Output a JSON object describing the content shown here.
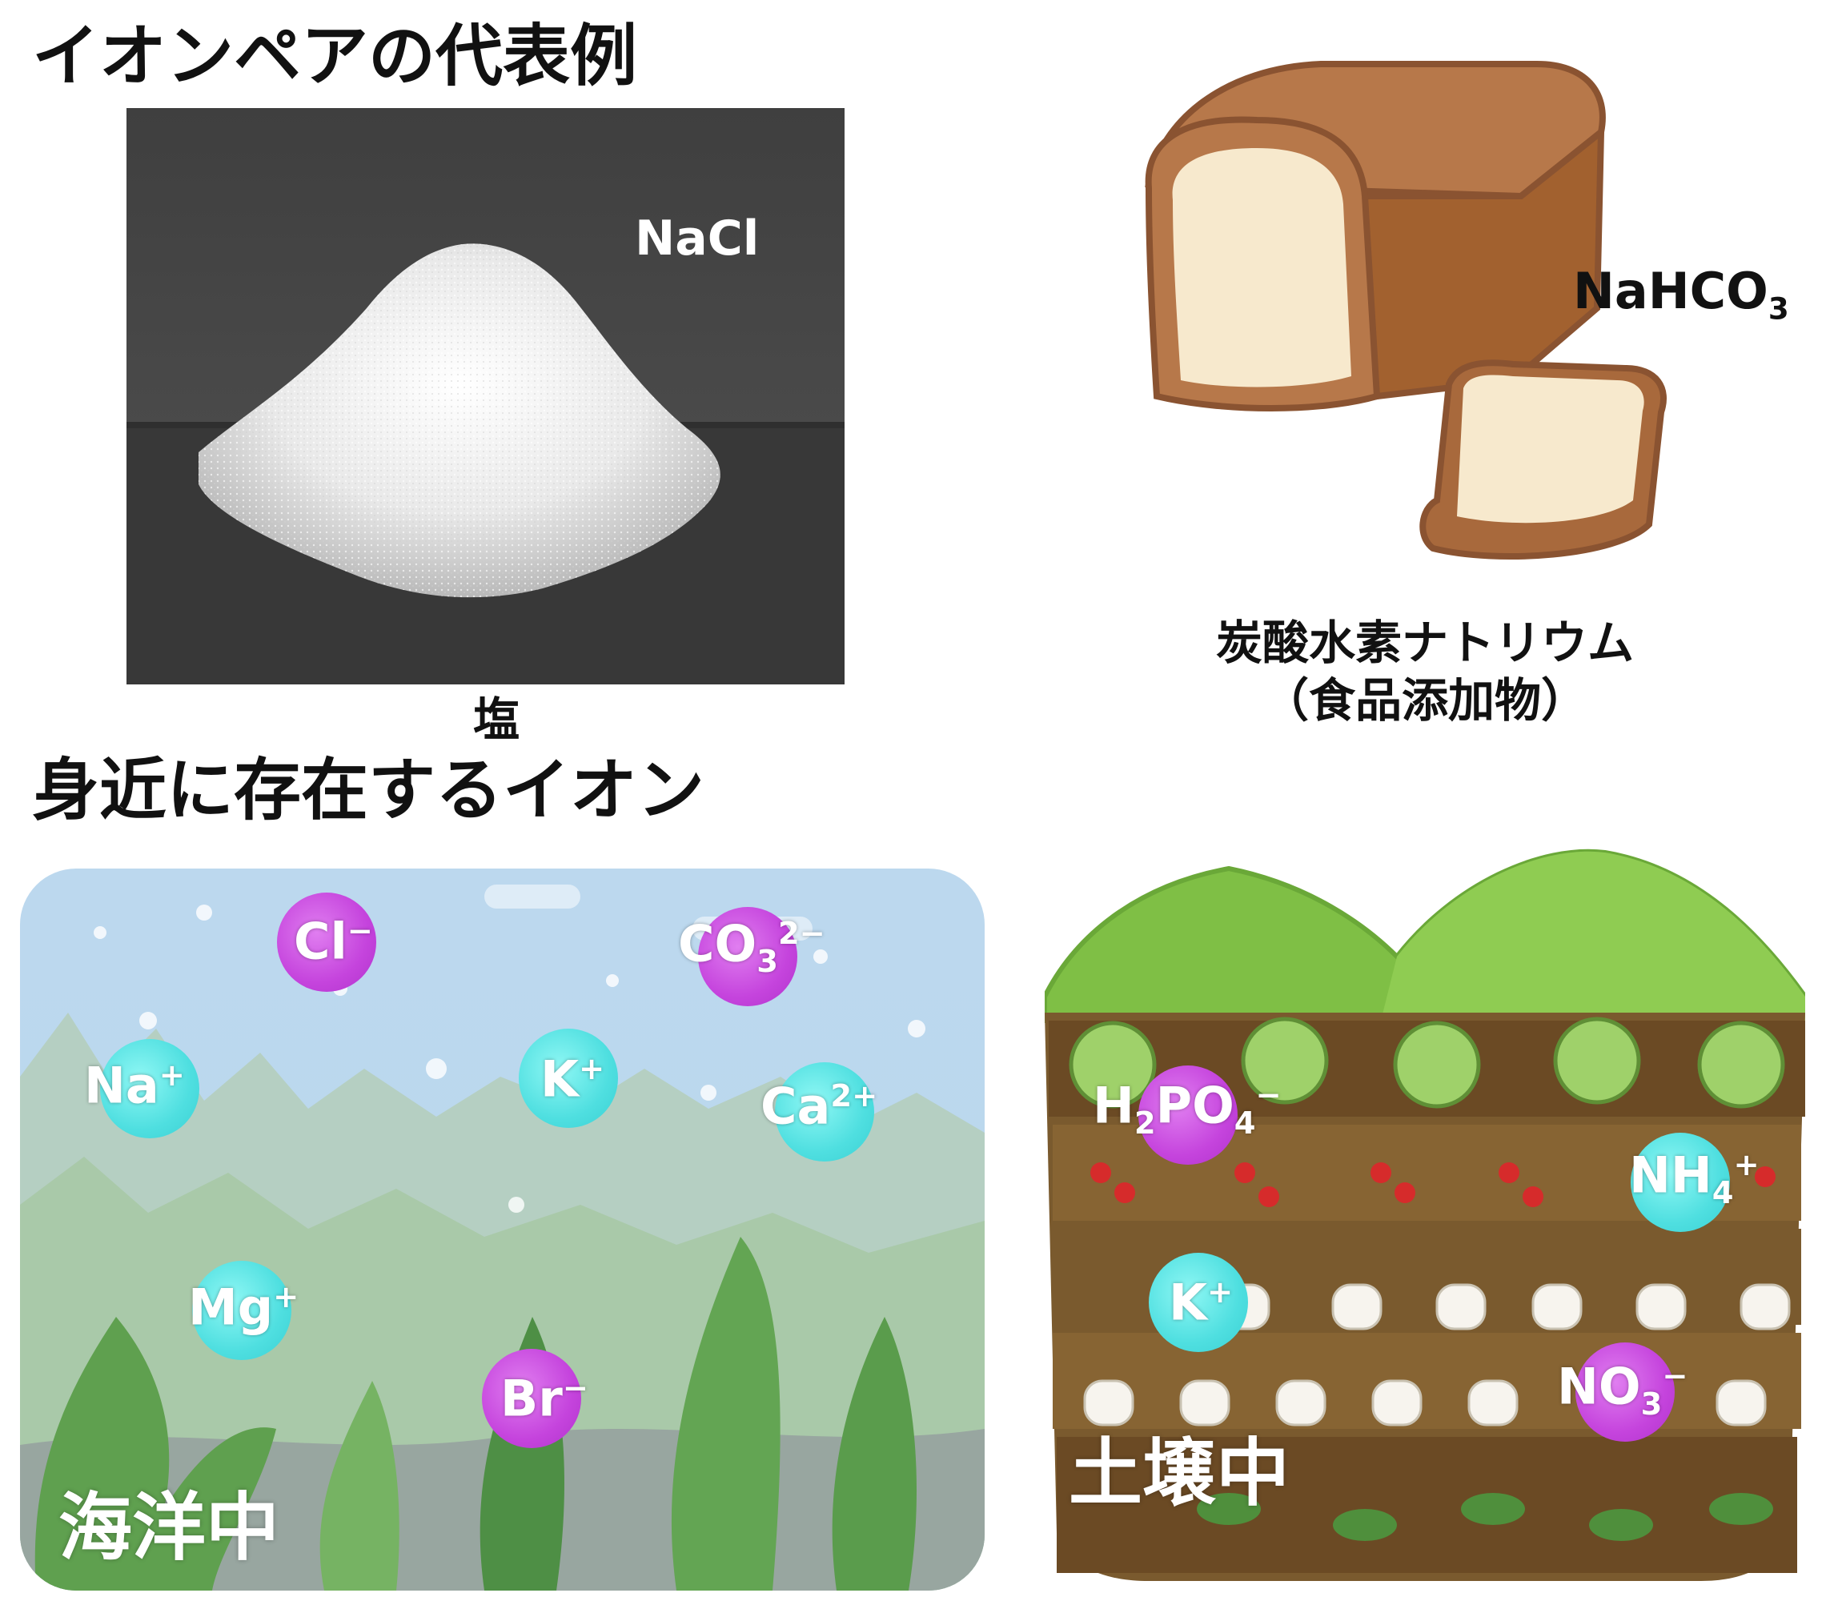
{
  "section1": {
    "title": "イオンペアの代表例"
  },
  "salt": {
    "formula": "NaCl",
    "caption": "塩"
  },
  "bread": {
    "formula_main": "NaHCO",
    "formula_sub": "3",
    "caption_line1": "炭酸水素ナトリウム",
    "caption_line2": "（食品添加物）"
  },
  "section2": {
    "title": "身近に存在するイオン"
  },
  "ocean": {
    "label": "海洋中",
    "ions": [
      {
        "base": "Cl",
        "sub": "",
        "charge": "−",
        "type": "anion"
      },
      {
        "base": "CO",
        "sub": "3",
        "charge": "2−",
        "type": "anion"
      },
      {
        "base": "Na",
        "sub": "",
        "charge": "+",
        "type": "cation"
      },
      {
        "base": "K",
        "sub": "",
        "charge": "+",
        "type": "cation"
      },
      {
        "base": "Ca",
        "sub": "",
        "charge": "2+",
        "type": "cation"
      },
      {
        "base": "Mg",
        "sub": "",
        "charge": "+",
        "type": "cation"
      },
      {
        "base": "Br",
        "sub": "",
        "charge": "−",
        "type": "anion"
      }
    ]
  },
  "soil": {
    "label": "土壌中",
    "ions": [
      {
        "pre": "H",
        "pre_sub": "2",
        "base": "PO",
        "sub": "4",
        "charge": "−",
        "type": "anion"
      },
      {
        "base": "NH",
        "sub": "4",
        "charge": "+",
        "type": "cation"
      },
      {
        "base": "K",
        "sub": "",
        "charge": "+",
        "type": "cation"
      },
      {
        "base": "NO",
        "sub": "3",
        "charge": "−",
        "type": "anion"
      }
    ]
  },
  "colors": {
    "cation": "#4fdfe0",
    "anion": "#c544dd",
    "bread_crust": "#a8693c",
    "bread_crumb": "#f7e9cd",
    "ocean_sky": "#bcd8ee",
    "seaweed": "#6fad5c",
    "soil": "#7a5a2e",
    "hill": "#7fbf45"
  }
}
